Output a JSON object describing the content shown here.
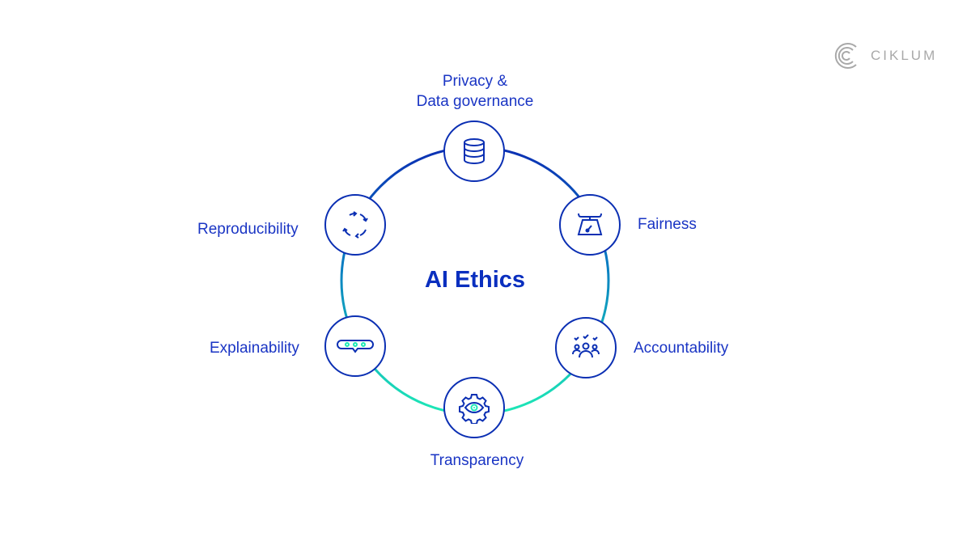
{
  "brand": {
    "name": "CIKLUM"
  },
  "center": {
    "title": "AI Ethics"
  },
  "colors": {
    "primary": "#0b2fb3",
    "accent": "#1de9b6",
    "logo": "#a9a9a9"
  },
  "nodes": [
    {
      "id": "privacy",
      "label_line1": "Privacy &",
      "label_line2": "Data governance",
      "icon": "database-icon"
    },
    {
      "id": "fairness",
      "label": "Fairness",
      "icon": "scale-icon"
    },
    {
      "id": "accountability",
      "label": "Accountability",
      "icon": "people-check-icon"
    },
    {
      "id": "transparency",
      "label": "Transparency",
      "icon": "gear-eye-icon"
    },
    {
      "id": "explainability",
      "label": "Explainability",
      "icon": "chat-bubble-icon"
    },
    {
      "id": "reproducibility",
      "label": "Reproducibility",
      "icon": "cycle-arrows-icon"
    }
  ]
}
